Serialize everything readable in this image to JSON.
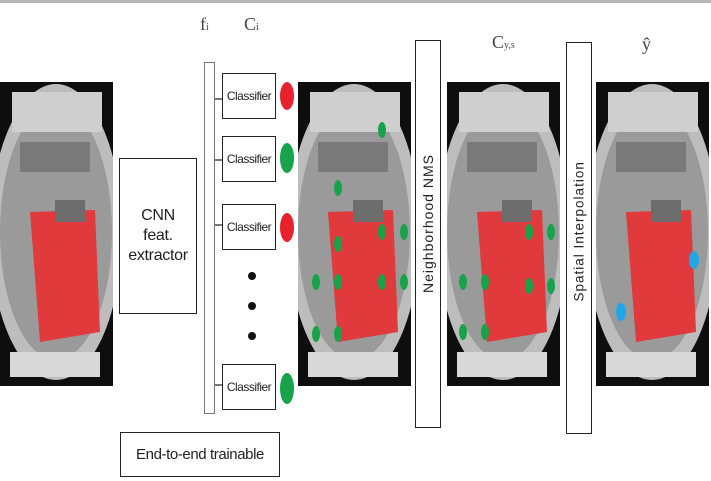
{
  "cnn_box": {
    "line1": "CNN",
    "line2": "feat. extractor"
  },
  "labels": {
    "f": "f",
    "f_sub": "i",
    "c": "C",
    "c_sub": "i",
    "cy": "C",
    "cy_sub": "y,s",
    "yhat": "ŷ"
  },
  "classifiers": [
    {
      "label": "Classifier",
      "status_color": "#e8222d"
    },
    {
      "label": "Classifier",
      "status_color": "#16a34a"
    },
    {
      "label": "Classifier",
      "status_color": "#e8222d"
    },
    {
      "label": "Classifier",
      "status_color": "#16a34a"
    }
  ],
  "neighborhood_nms": "Neighborhood NMS",
  "spatial_interpolation": "Spatial Interpolation",
  "trainable": "End-to-end trainable",
  "colors": {
    "positive": "#16a34a",
    "negative": "#e8222d",
    "final_prediction": "#1fa7e8",
    "floor": "#e03a3d"
  }
}
